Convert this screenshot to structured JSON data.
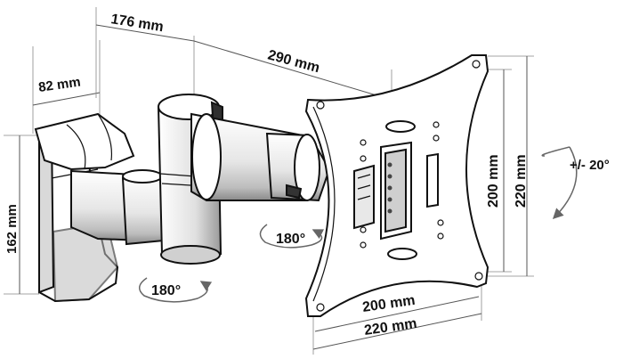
{
  "dimensions": {
    "depth_wall": "82 mm",
    "arm_short": "176 mm",
    "arm_long": "290 mm",
    "height_wall": "162 mm",
    "vesa_h_inner": "200 mm",
    "vesa_h_outer": "220 mm",
    "vesa_v_inner": "200 mm",
    "vesa_v_outer": "220 mm"
  },
  "rotations": {
    "swivel_upper": "180°",
    "swivel_lower": "180°",
    "tilt": "+/- 20°"
  },
  "colors": {
    "line": "#111111",
    "fill_light": "#ffffff",
    "fill_shade": "#c8c8c8",
    "fill_dark": "#333333"
  }
}
